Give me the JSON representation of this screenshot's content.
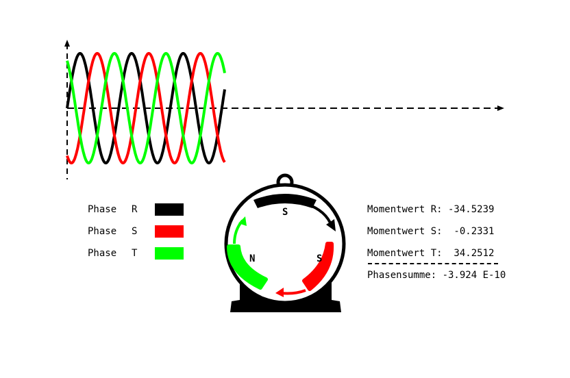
{
  "colors": {
    "R": "#000000",
    "S": "#ff0000",
    "T": "#00ff00",
    "background": "#ffffff"
  },
  "chart_data": {
    "type": "line",
    "title": "",
    "xlabel": "",
    "ylabel": "",
    "x_unit": "degrees",
    "x_range": [
      0,
      1100
    ],
    "y_range": [
      -1,
      1
    ],
    "series": [
      {
        "name": "R",
        "color": "#000000",
        "formula": "sin(x)",
        "x_end": 1100
      },
      {
        "name": "S",
        "color": "#ff0000",
        "formula": "sin(x-120)",
        "x_end": 1100
      },
      {
        "name": "T",
        "color": "#00ff00",
        "formula": "sin(x+120)",
        "x_end": 1100
      }
    ]
  },
  "legend": {
    "items": [
      {
        "phase_label": "Phase",
        "letter": "R",
        "color": "#000000"
      },
      {
        "phase_label": "Phase",
        "letter": "S",
        "color": "#ff0000"
      },
      {
        "phase_label": "Phase",
        "letter": "T",
        "color": "#00ff00"
      }
    ]
  },
  "readouts": {
    "r": "Momentwert R: -34.5239",
    "s": "Momentwert S:  -0.2331",
    "t": "Momentwert T:  34.2512",
    "sum": "Phasensumme: -3.924 E-10"
  },
  "motor": {
    "top_pole": "S",
    "left_pole": "N",
    "right_pole": "S"
  }
}
